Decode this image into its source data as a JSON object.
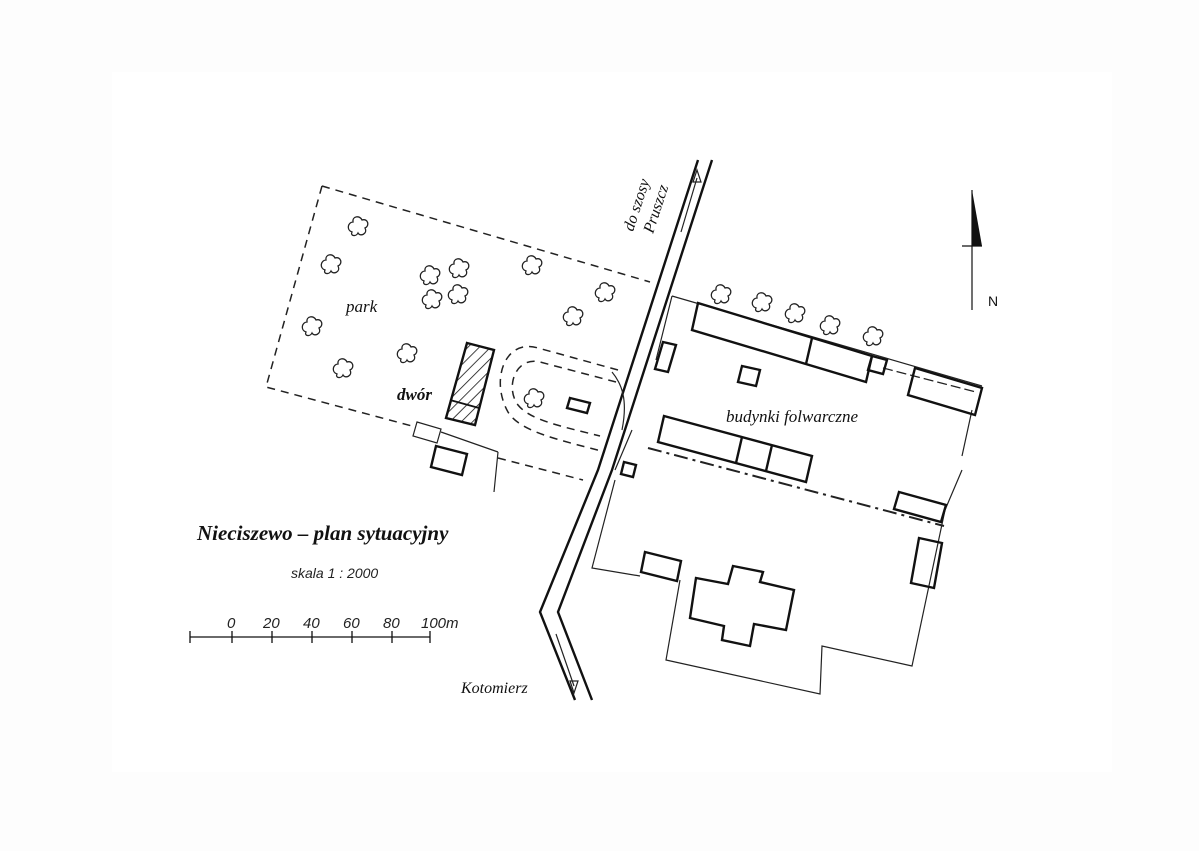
{
  "map": {
    "title": "Nieciszewo – plan sytuacyjny",
    "scale_text": "skala 1 : 2000",
    "scale_bar": {
      "ticks": [
        "0",
        "20",
        "40",
        "60",
        "80",
        "100m"
      ]
    },
    "north_label": "N",
    "labels": {
      "park": "park",
      "manor": "dwór",
      "farm_buildings": "budynki folwarczne",
      "road_north_line1": "do szosy",
      "road_north_line2": "Pruszcz",
      "road_south": "Kotomierz"
    },
    "colors": {
      "ink": "#111111",
      "paper": "#ffffff"
    }
  }
}
